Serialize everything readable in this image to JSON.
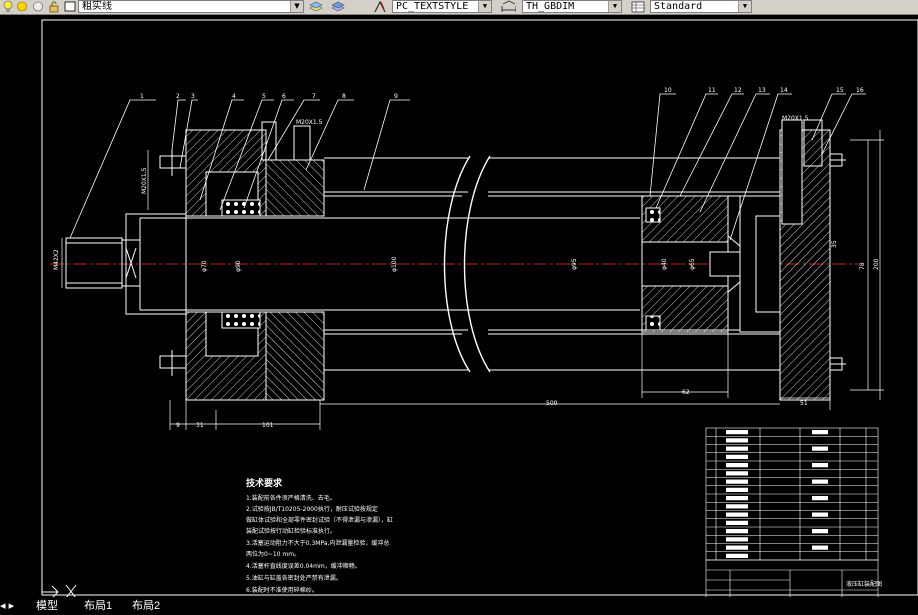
{
  "toolbar": {
    "linetype_label": "粗实线",
    "textstyle_value": "PC_TEXTSTYLE",
    "dimstyle_value": "TH_GBDIM",
    "tablestyle_value": "Standard"
  },
  "drawing": {
    "part_numbers": [
      "1",
      "2",
      "3",
      "4",
      "5",
      "6",
      "7",
      "8",
      "9",
      "10",
      "11",
      "12",
      "13",
      "14",
      "15",
      "16"
    ],
    "dimensions": {
      "left_thread": "M42X2",
      "port_left": "M20X1.5",
      "port_top_left": "M20X1.5",
      "port_top_right": "M20X1.5",
      "rod_dia_1": "φ70",
      "rod_dia_2": "φ90",
      "bore_dia": "φ100",
      "inner_dia": "φ95",
      "piston_dia_1": "φ40",
      "piston_dia_2": "φ65",
      "right_dia_1": "35",
      "right_dia_2": "78",
      "right_dia_3": "200",
      "len_9": "9",
      "len_31": "31",
      "len_101": "101",
      "len_500": "500",
      "len_62": "62",
      "len_51": "51"
    },
    "tech_title": "技术要求",
    "tech_notes": [
      "1.装配前各件须严格清洗、去毛。",
      "2.试验按JB/T10205-2000执行，耐压试验按规定",
      "  做缸体试验和全部零件密封试验（不得泄漏与渗漏），缸",
      "  装配试验按行动缸检验标准执行。",
      "3.活塞运动阻力不大于0.3MPa,内泄漏量检验，缓冲总",
      "  两位为0~10 mm。",
      "4.活塞杆直线度误差0.04mm，缓冲顺畅。",
      "5.油缸与缸盖各密封处严禁有泄漏。",
      "6.装配时不准使用碎棉纱。"
    ]
  },
  "title_block": {
    "part_list_count": 16,
    "drawing_name": "液压缸装配图",
    "sheet_size": "A4"
  },
  "tabs": [
    "模型",
    "布局1",
    "布局2"
  ],
  "colors": {
    "background": "#000000",
    "outline": "#ffffff",
    "hatch": "#ffffff",
    "center_line": "#ff3333",
    "toolbar": "#d4d0c8"
  }
}
